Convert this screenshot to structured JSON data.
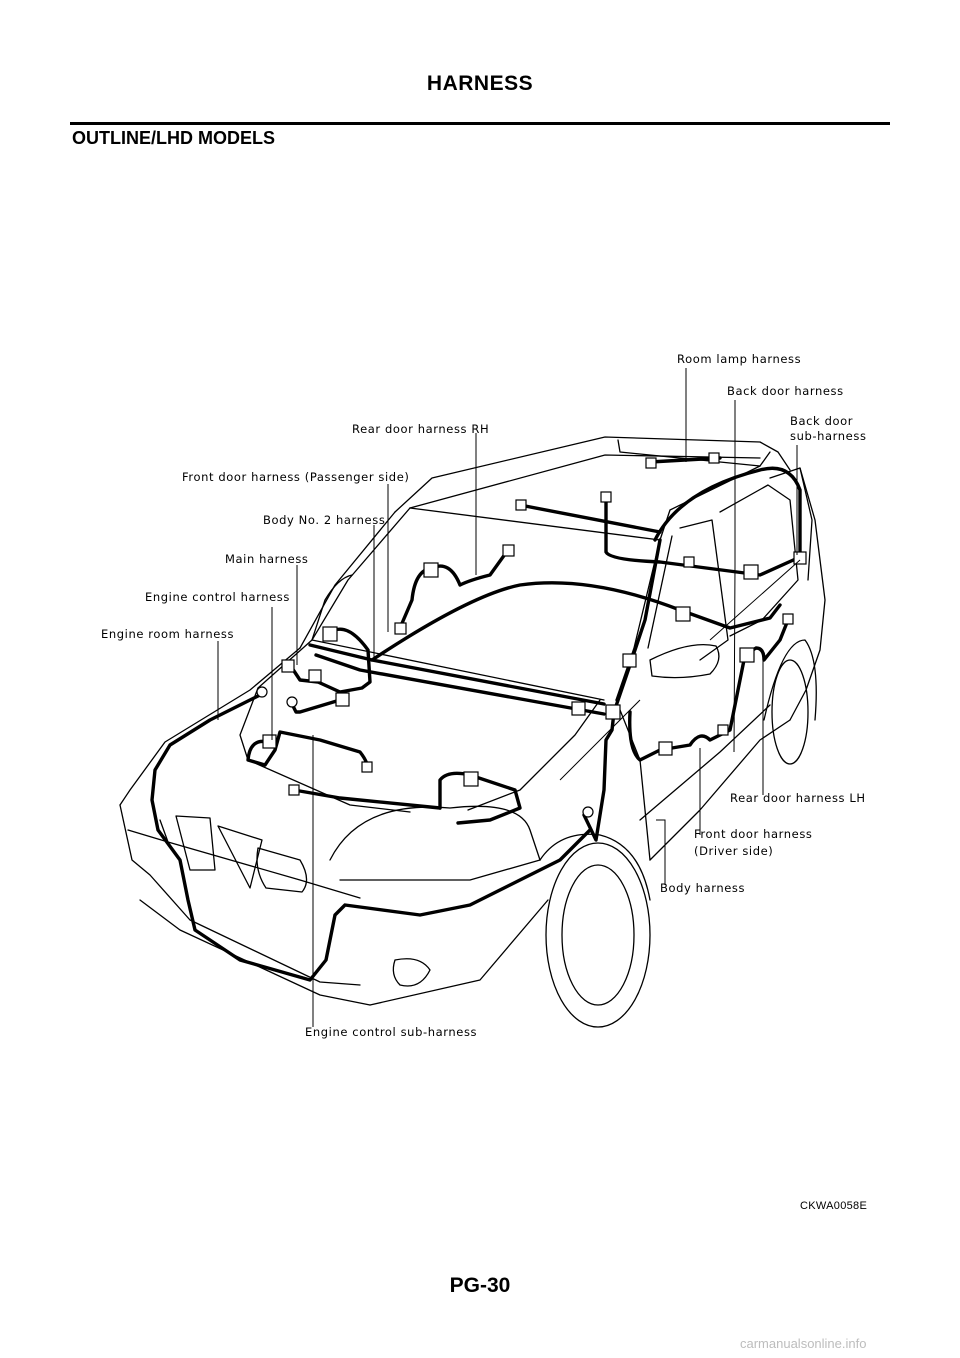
{
  "header": {
    "title": "HARNESS"
  },
  "section": {
    "title": "OUTLINE/LHD MODELS"
  },
  "figure": {
    "labels": {
      "room_lamp": "Room lamp harness",
      "back_door": "Back door harness",
      "back_door_sub_1": "Back door",
      "back_door_sub_2": "sub-harness",
      "rear_door_rh": "Rear door harness RH",
      "front_door_pass": "Front door harness (Passenger side)",
      "body_no2": "Body No. 2 harness",
      "main": "Main harness",
      "engine_control": "Engine control harness",
      "engine_room": "Engine room harness",
      "rear_door_lh": "Rear door harness LH",
      "front_door_drv_1": "Front door harness",
      "front_door_drv_2": "(Driver side)",
      "body": "Body harness",
      "engine_control_sub": "Engine control sub-harness"
    },
    "code": "CKWA0058E"
  },
  "footer": {
    "page": "PG-30"
  },
  "watermark": "carmanualsonline.info"
}
